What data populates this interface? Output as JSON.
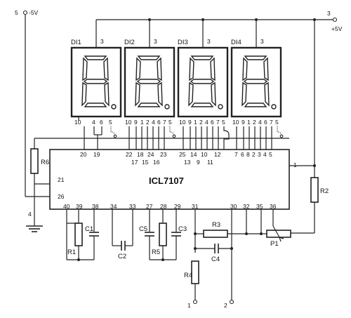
{
  "ic": {
    "name": "ICL7107"
  },
  "supply": {
    "neg": {
      "num": "5",
      "label": "-5V"
    },
    "pos": {
      "num": "3",
      "label": "+5V"
    },
    "gnd_num": "4"
  },
  "displays": [
    {
      "name": "DI1",
      "common": "3"
    },
    {
      "name": "DI2",
      "common": "3"
    },
    {
      "name": "DI3",
      "common": "3"
    },
    {
      "name": "DI4",
      "common": "3"
    }
  ],
  "display_pins": {
    "d1": [
      "10",
      "4",
      "6",
      "5"
    ],
    "d2": [
      "10",
      "9",
      "1",
      "2",
      "4",
      "6",
      "7",
      "5"
    ],
    "d3": [
      "10",
      "9",
      "1",
      "2",
      "4",
      "6",
      "7",
      "5"
    ],
    "d4": [
      "10",
      "9",
      "1",
      "2",
      "4",
      "6",
      "7",
      "5"
    ]
  },
  "ic_pins": {
    "top": [
      "20",
      "19",
      "22",
      "18",
      "24",
      "23",
      "25",
      "14",
      "10",
      "12",
      "7",
      "6",
      "8",
      "2",
      "3",
      "4",
      "5"
    ],
    "top_lower": [
      "17",
      "15",
      "16",
      "13",
      "9",
      "11"
    ],
    "left": [
      "21",
      "26"
    ],
    "right": [
      "1"
    ],
    "bottom": [
      "40",
      "39",
      "38",
      "34",
      "33",
      "27",
      "28",
      "29",
      "31",
      "30",
      "32",
      "35",
      "36"
    ]
  },
  "components": {
    "R1": "R1",
    "R2": "R2",
    "R3": "R3",
    "R4": "R4",
    "R5": "R5",
    "R6": "R6",
    "C1": "C1",
    "C2": "C2",
    "C3": "C3",
    "C4": "C4",
    "C5": "C5",
    "P1": "P1"
  },
  "terminals": {
    "in1": "1",
    "in2": "2"
  }
}
